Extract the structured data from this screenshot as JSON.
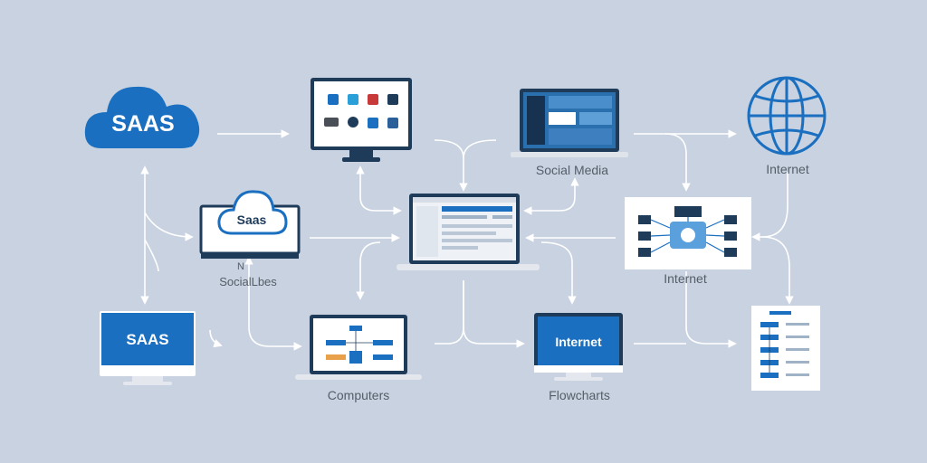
{
  "nodes": {
    "saas_cloud": {
      "label": "SAAS"
    },
    "social_icons_monitor": {
      "label": ""
    },
    "social_media_laptop": {
      "caption": "Social Media"
    },
    "internet_globe": {
      "caption": "Internet"
    },
    "saas_cloud_monitor": {
      "label": "Saas",
      "sublabel": "N",
      "caption": "SocialLbes"
    },
    "central_laptop": {
      "label": ""
    },
    "network_board": {
      "caption": "Internet"
    },
    "saas_monitor": {
      "label": "SAAS"
    },
    "computers_laptop": {
      "caption": "Computers"
    },
    "internet_monitor": {
      "label": "Internet",
      "caption": "Flowcharts"
    },
    "flowchart_doc": {
      "label": ""
    }
  },
  "colors": {
    "background": "#c8d2e0",
    "primary_blue": "#1a6fc0",
    "dark_navy": "#1f3b5a",
    "arrow": "#ffffff",
    "caption": "#555d68"
  },
  "icons": [
    "cloud-icon",
    "globe-icon",
    "monitor-icon",
    "laptop-icon",
    "document-icon"
  ]
}
